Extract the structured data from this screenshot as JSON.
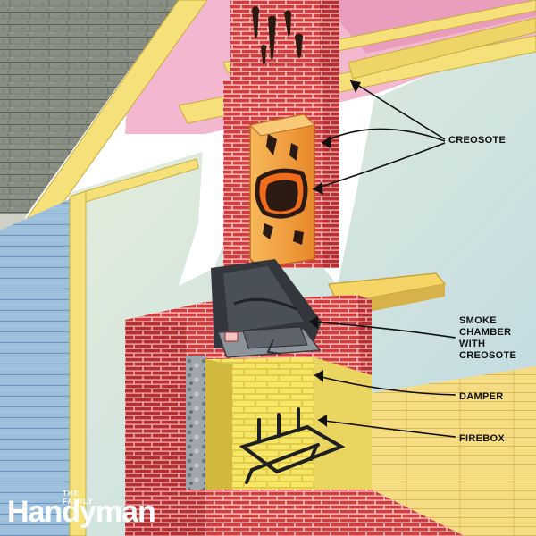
{
  "colors": {
    "brick": "#d63b3b",
    "brick_dark": "#a8282a",
    "mortar": "#f2c6c6",
    "yellow_brick": "#f3e35a",
    "flue_orange": "#f2a13a",
    "creosote": "#2a1a12",
    "insulation_pink": "#f3b8cf",
    "lumber_yellow": "#f5e07a",
    "roof_gray": "#8a8f84",
    "siding_blue": "#9bbfdc",
    "wall_blue": "#cfe3ea",
    "floor_yellow": "#f6dd84",
    "sky": "#ffffff"
  },
  "labels": {
    "creosote": [
      "CREOSOTE"
    ],
    "smoke_chamber": [
      "SMOKE",
      "CHAMBER",
      "WITH",
      "CREOSOTE"
    ],
    "damper": [
      "DAMPER"
    ],
    "firebox": [
      "FIREBOX"
    ]
  },
  "brand": {
    "small": "THE FAMILY",
    "big": "Handyman"
  }
}
